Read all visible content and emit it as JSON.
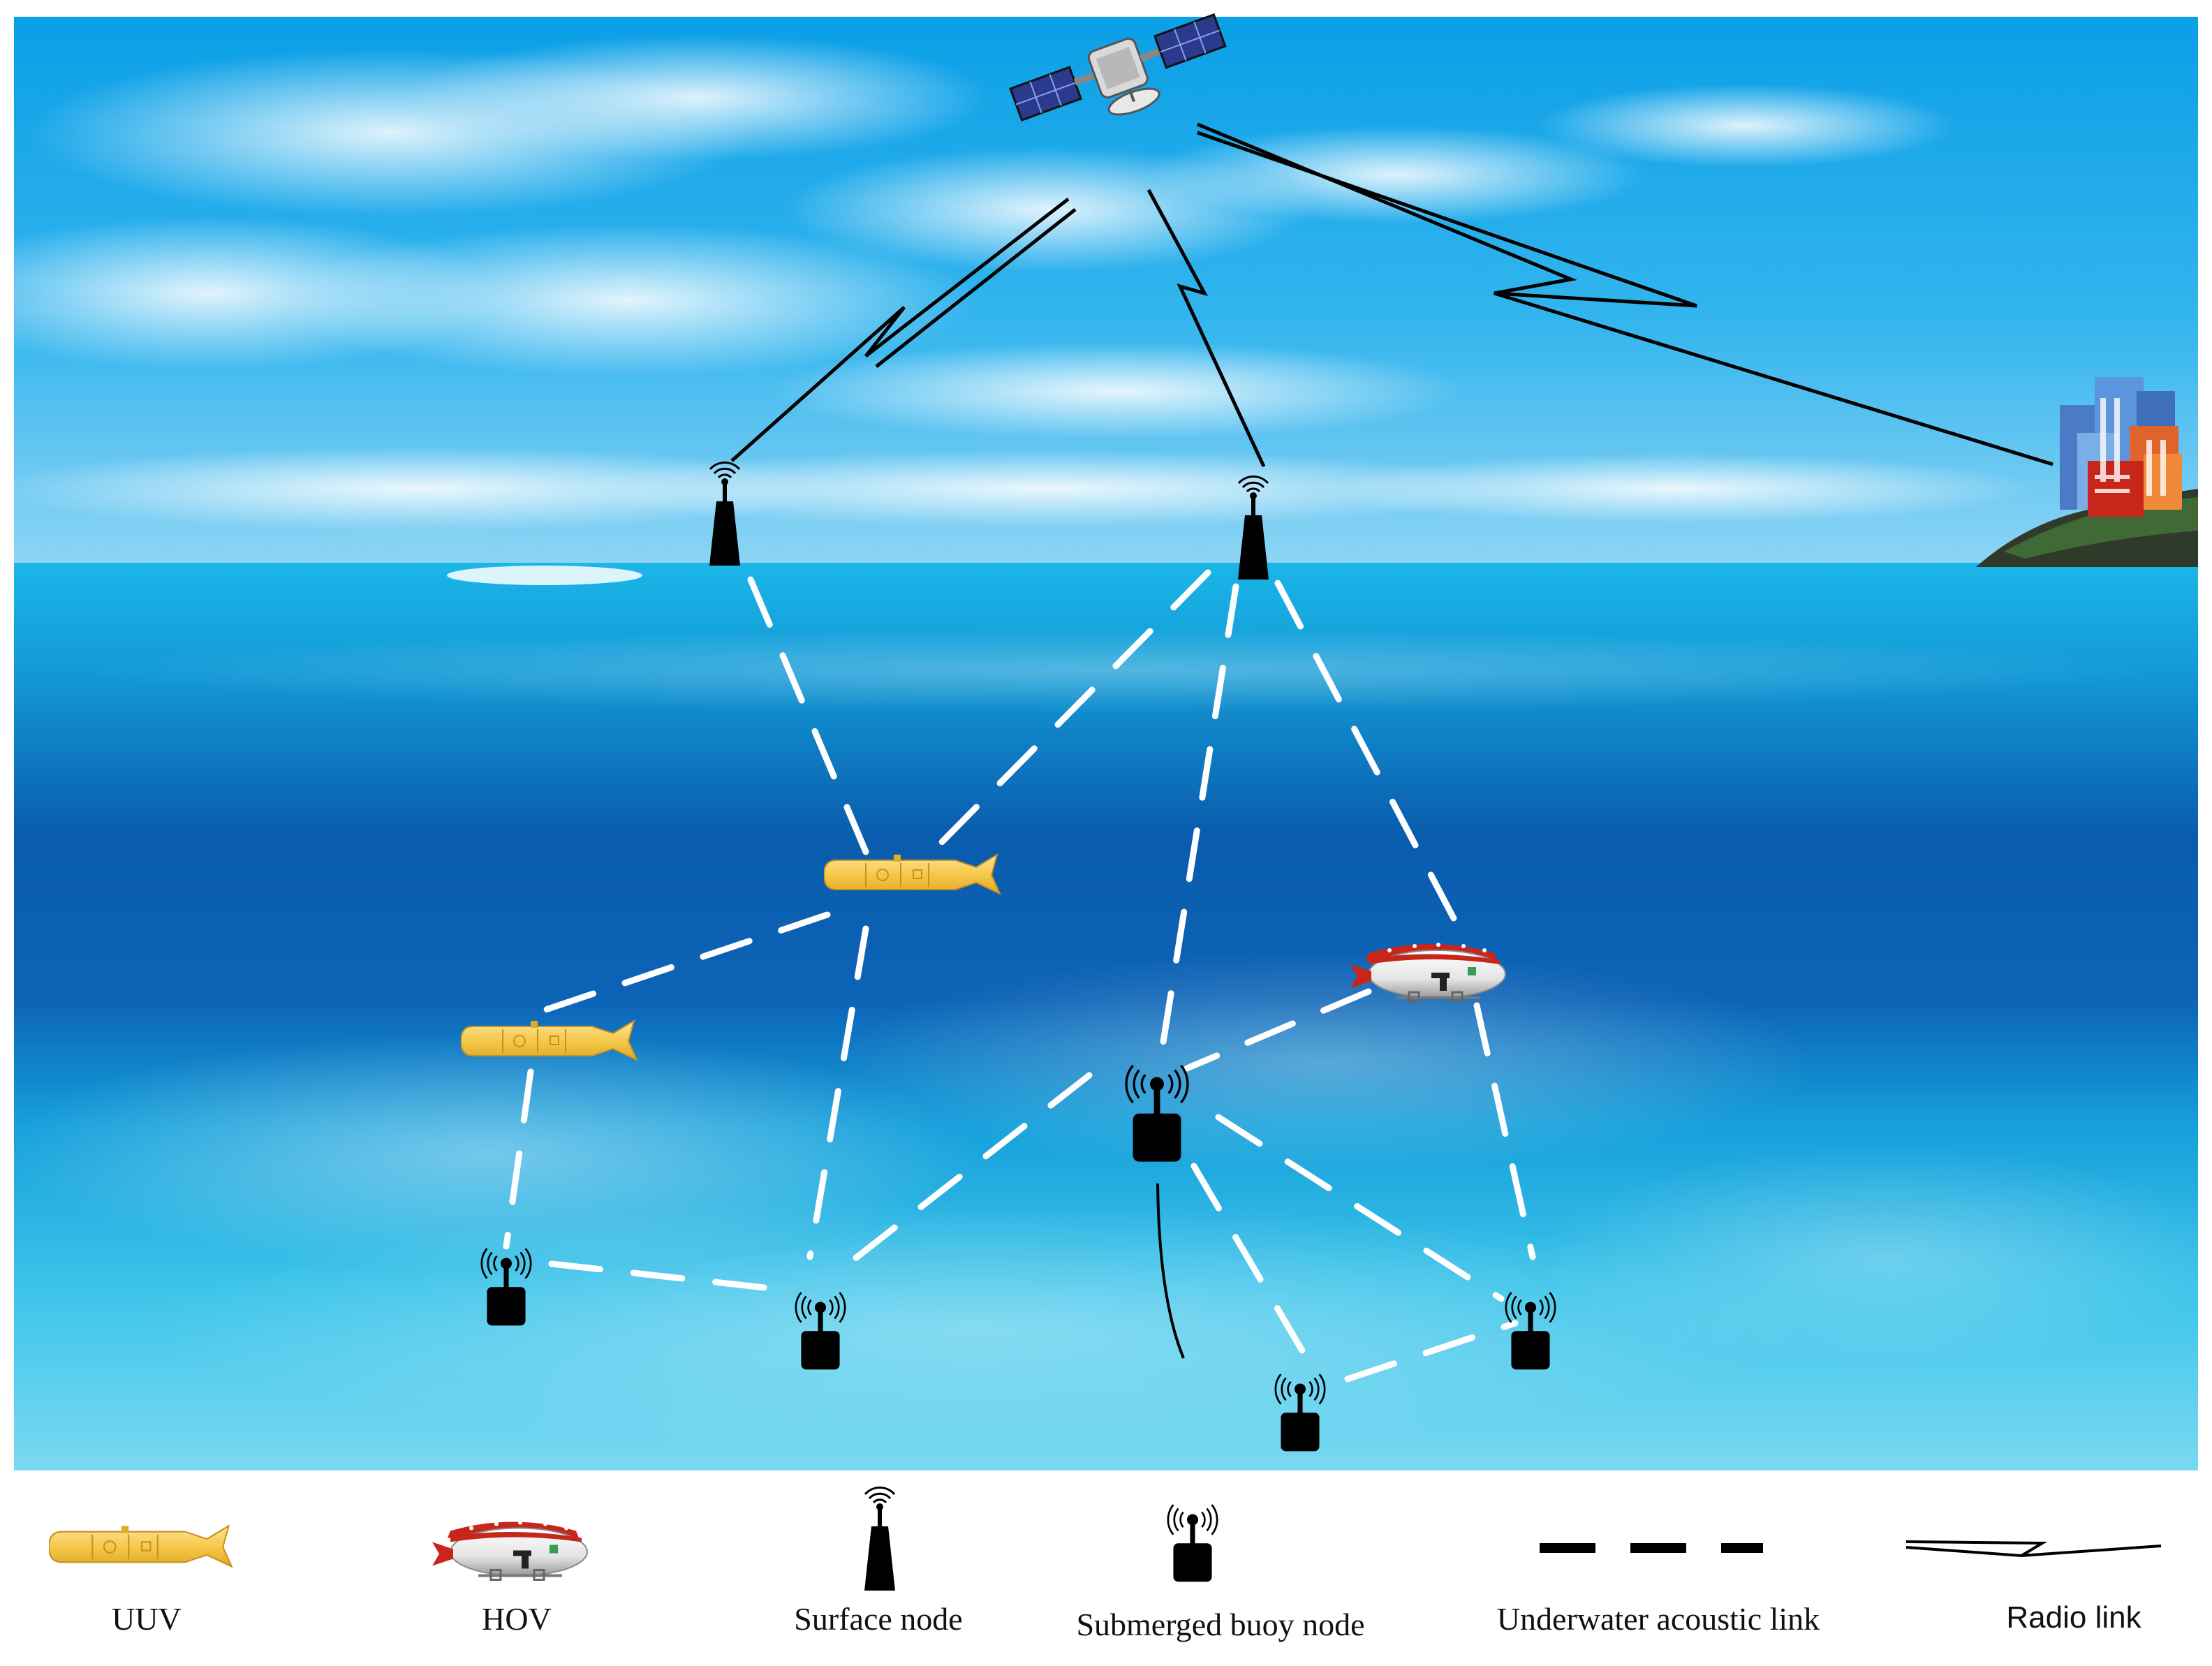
{
  "diagram": {
    "legend": [
      {
        "key": "uuv",
        "label": "UUV"
      },
      {
        "key": "hov",
        "label": "HOV"
      },
      {
        "key": "surface",
        "label": "Surface node"
      },
      {
        "key": "buoy",
        "label": "Submerged buoy node"
      },
      {
        "key": "acoustic",
        "label": "Underwater acoustic link"
      },
      {
        "key": "radio",
        "label": "Radio link"
      }
    ],
    "nodes": {
      "satellite": "satellite-icon",
      "land_station": "city-icon",
      "surface_nodes": 2,
      "uuvs": 2,
      "hovs": 1,
      "submerged_buoys": 5
    },
    "colors": {
      "sky_top": "#12a3e8",
      "sky_bottom": "#8fd3f3",
      "sea_deep": "#0a4f9c",
      "sea_light": "#6fd6ef",
      "acoustic_link": "#ffffff",
      "radio_link": "#000000",
      "uuv": "#f6c94a",
      "hov_accent": "#c8261b"
    }
  }
}
